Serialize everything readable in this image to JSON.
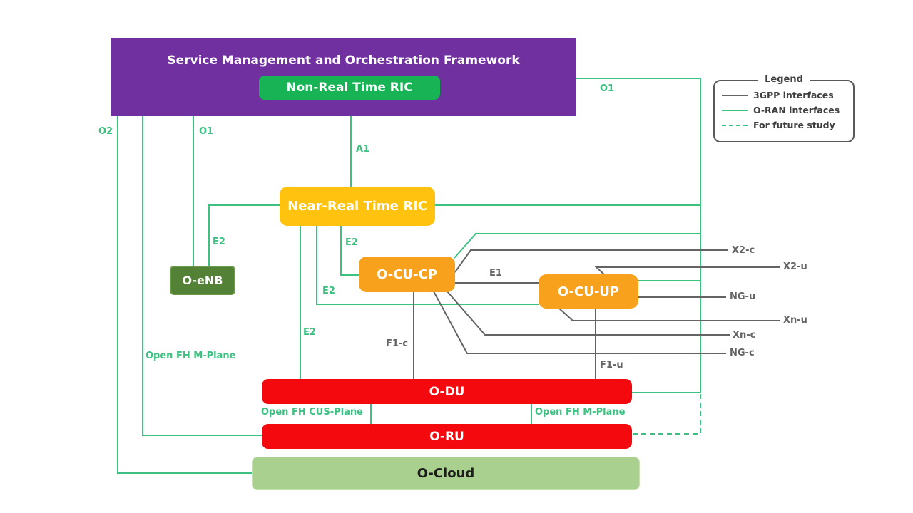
{
  "colors": {
    "purple": "#7030A0",
    "green_box": "#17B355",
    "connector_green": "#3CC180",
    "gold": "#FFC20E",
    "orange": "#F8A11C",
    "red": "#F40A0E",
    "cloud_green": "#A9D08E",
    "enb_green": "#538135",
    "gray_line": "#646464",
    "legend_text": "#3F3F3F",
    "dark_text": "#1D1D1B"
  },
  "boxes": {
    "smo": {
      "label": "Service Management and Orchestration Framework"
    },
    "non_rt_ric": {
      "label": "Non-Real Time RIC"
    },
    "near_rt_ric": {
      "label": "Near-Real Time RIC"
    },
    "o_enb": {
      "label": "O-eNB"
    },
    "o_cu_cp": {
      "label": "O-CU-CP"
    },
    "o_cu_up": {
      "label": "O-CU-UP"
    },
    "o_du": {
      "label": "O-DU"
    },
    "o_ru": {
      "label": "O-RU"
    },
    "o_cloud": {
      "label": "O-Cloud"
    }
  },
  "interface_labels": {
    "o2": "O2",
    "o1_left": "O1",
    "o1_right": "O1",
    "a1": "A1",
    "e2_enb": "E2",
    "e2_cucp": "E2",
    "e2_cuup": "E2",
    "e2_odu": "E2",
    "e1": "E1",
    "f1_c": "F1-c",
    "f1_u": "F1-u",
    "x2_c": "X2-c",
    "x2_u": "X2-u",
    "ng_u": "NG-u",
    "xn_u": "Xn-u",
    "xn_c": "Xn-c",
    "ng_c": "NG-c",
    "open_fh_m_plane_left": "Open FH M-Plane",
    "open_fh_cus_plane": "Open FH CUS-Plane",
    "open_fh_m_plane_mid": "Open FH M-Plane"
  },
  "legend": {
    "title": "Legend",
    "items": [
      {
        "label": "3GPP interfaces",
        "style": "gray-solid"
      },
      {
        "label": "O-RAN interfaces",
        "style": "green-solid"
      },
      {
        "label": "For future study",
        "style": "green-dashed"
      }
    ]
  }
}
